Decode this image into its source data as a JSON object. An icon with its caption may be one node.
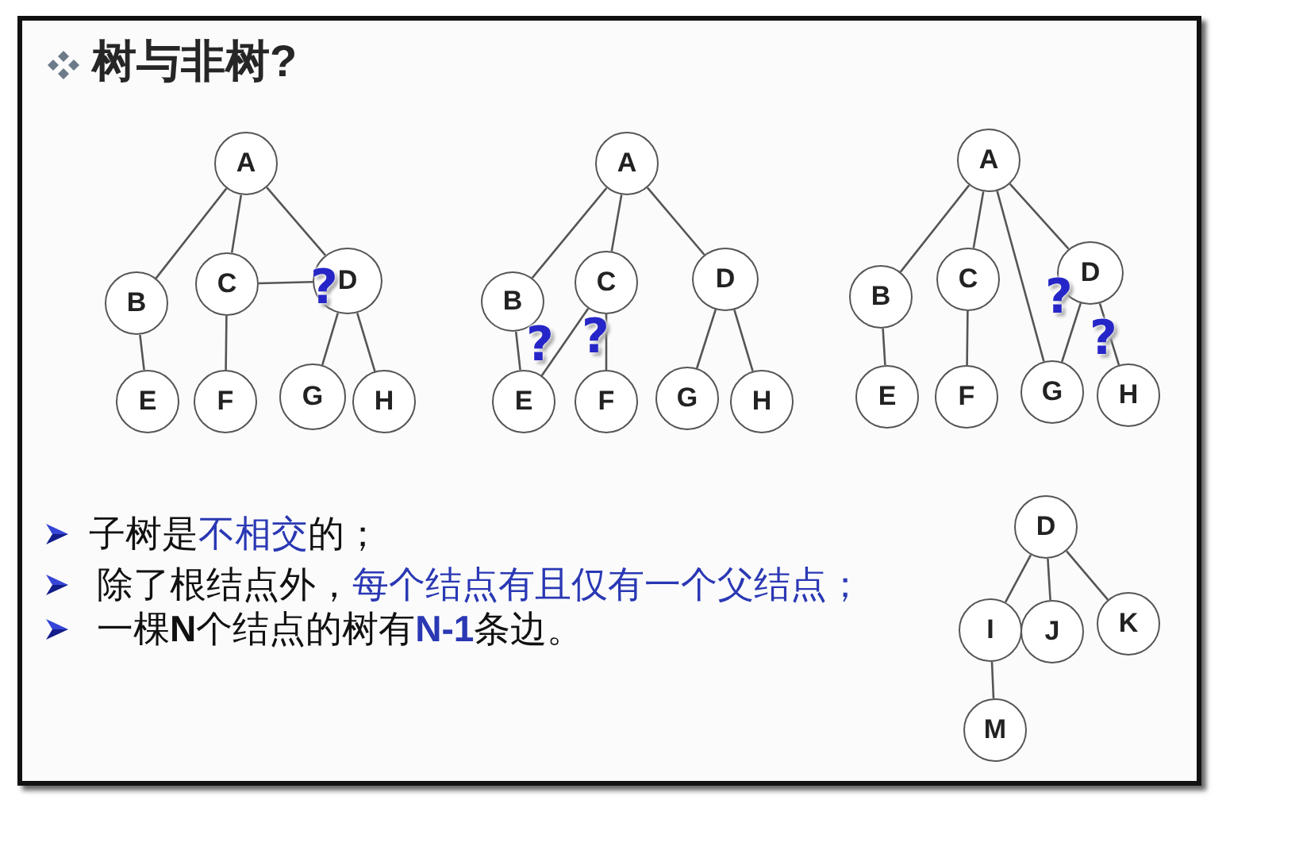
{
  "diagram": {
    "title": "树与非树?",
    "nodes": [
      {
        "text": [
          "A"
        ]
      },
      {
        "text": [
          "B"
        ]
      },
      {
        "text": [
          "C"
        ]
      },
      {
        "text": [
          "D"
        ]
      },
      {
        "text": [
          "E"
        ]
      },
      {
        "text": [
          "F"
        ]
      },
      {
        "text": [
          "G"
        ]
      },
      {
        "text": [
          "H"
        ]
      },
      {
        "text": [
          "A"
        ]
      },
      {
        "text": [
          "B"
        ]
      },
      {
        "text": [
          "C"
        ]
      },
      {
        "text": [
          "D"
        ]
      },
      {
        "text": [
          "E"
        ]
      },
      {
        "text": [
          "F"
        ]
      },
      {
        "text": [
          "G"
        ]
      },
      {
        "text": [
          "H"
        ]
      },
      {
        "text": [
          "A"
        ]
      },
      {
        "text": [
          "B"
        ]
      },
      {
        "text": [
          "C"
        ]
      },
      {
        "text": [
          "D"
        ]
      },
      {
        "text": [
          "E"
        ]
      },
      {
        "text": [
          "F"
        ]
      },
      {
        "text": [
          "G"
        ]
      },
      {
        "text": [
          "H"
        ]
      },
      {
        "text": [
          "D"
        ]
      },
      {
        "text": [
          "I"
        ]
      },
      {
        "text": [
          "J"
        ]
      },
      {
        "text": [
          "K"
        ]
      },
      {
        "text": [
          "M"
        ]
      }
    ],
    "edges": [
      {
        "from": 0,
        "to": 1,
        "arrow": "none"
      },
      {
        "from": 0,
        "to": 2,
        "arrow": "none"
      },
      {
        "from": 0,
        "to": 3,
        "arrow": "none"
      },
      {
        "from": 2,
        "to": 3,
        "arrow": "none"
      },
      {
        "from": 1,
        "to": 4,
        "arrow": "none"
      },
      {
        "from": 2,
        "to": 5,
        "arrow": "none"
      },
      {
        "from": 3,
        "to": 6,
        "arrow": "none"
      },
      {
        "from": 3,
        "to": 7,
        "arrow": "none"
      },
      {
        "from": 8,
        "to": 9,
        "arrow": "none"
      },
      {
        "from": 8,
        "to": 10,
        "arrow": "none"
      },
      {
        "from": 8,
        "to": 11,
        "arrow": "none"
      },
      {
        "from": 9,
        "to": 12,
        "arrow": "none"
      },
      {
        "from": 10,
        "to": 12,
        "arrow": "none"
      },
      {
        "from": 10,
        "to": 13,
        "arrow": "none"
      },
      {
        "from": 11,
        "to": 14,
        "arrow": "none"
      },
      {
        "from": 11,
        "to": 15,
        "arrow": "none"
      },
      {
        "from": 16,
        "to": 17,
        "arrow": "none"
      },
      {
        "from": 16,
        "to": 18,
        "arrow": "none"
      },
      {
        "from": 16,
        "to": 22,
        "arrow": "none"
      },
      {
        "from": 16,
        "to": 19,
        "arrow": "none"
      },
      {
        "from": 17,
        "to": 20,
        "arrow": "none"
      },
      {
        "from": 18,
        "to": 21,
        "arrow": "none"
      },
      {
        "from": 19,
        "to": 22,
        "arrow": "none"
      },
      {
        "from": 19,
        "to": 23,
        "arrow": "none"
      },
      {
        "from": 24,
        "to": 25,
        "arrow": "none"
      },
      {
        "from": 24,
        "to": 26,
        "arrow": "none"
      },
      {
        "from": 24,
        "to": 27,
        "arrow": "none"
      },
      {
        "from": 25,
        "to": 28,
        "arrow": "none"
      }
    ],
    "labels": [
      "?",
      "?",
      "?",
      "?",
      "?",
      "子树是不相交的；",
      "除了根结点外，每个结点有且仅有一个父结点；",
      "一棵**N**个结点的树有**N-1**条边。"
    ]
  }
}
